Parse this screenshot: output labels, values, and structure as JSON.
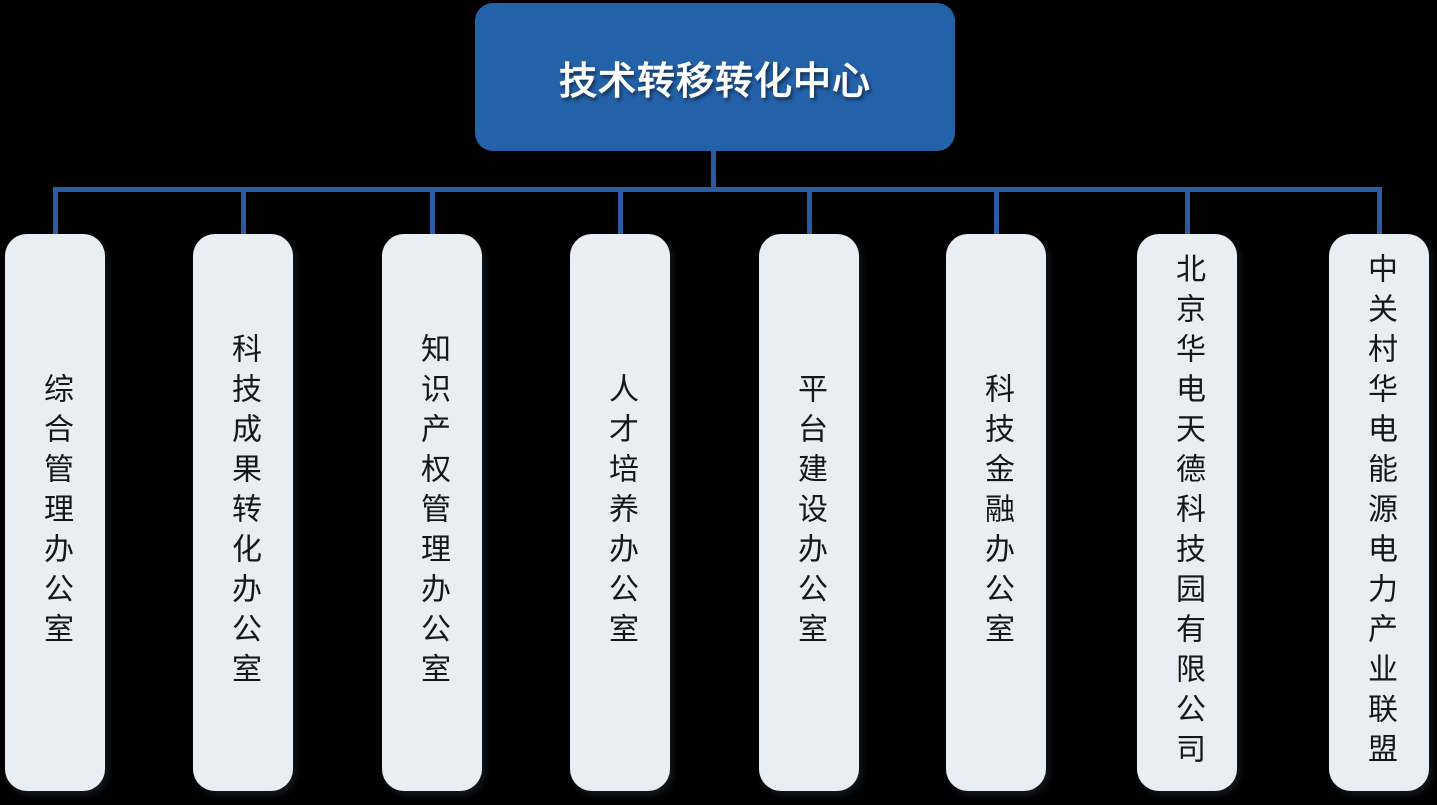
{
  "diagram": {
    "type": "org-chart",
    "background_color": "#000000",
    "colors": {
      "root_fill": "#2361A8",
      "root_text_color": "#FFFFFF",
      "child_fill": "#E9EEF5",
      "child_text_color": "#14171C",
      "connector_color": "#2A5CA6"
    },
    "root": {
      "label": "技术转移转化中心"
    },
    "children": [
      {
        "label": "综合管理办公室"
      },
      {
        "label": "科技成果转化办公室"
      },
      {
        "label": "知识产权管理办公室"
      },
      {
        "label": "人才培养办公室"
      },
      {
        "label": "平台建设办公室"
      },
      {
        "label": "科技金融办公室"
      },
      {
        "label": "北京华电天德科技园有限公司"
      },
      {
        "label": "中关村华电能源电力产业联盟"
      }
    ]
  }
}
